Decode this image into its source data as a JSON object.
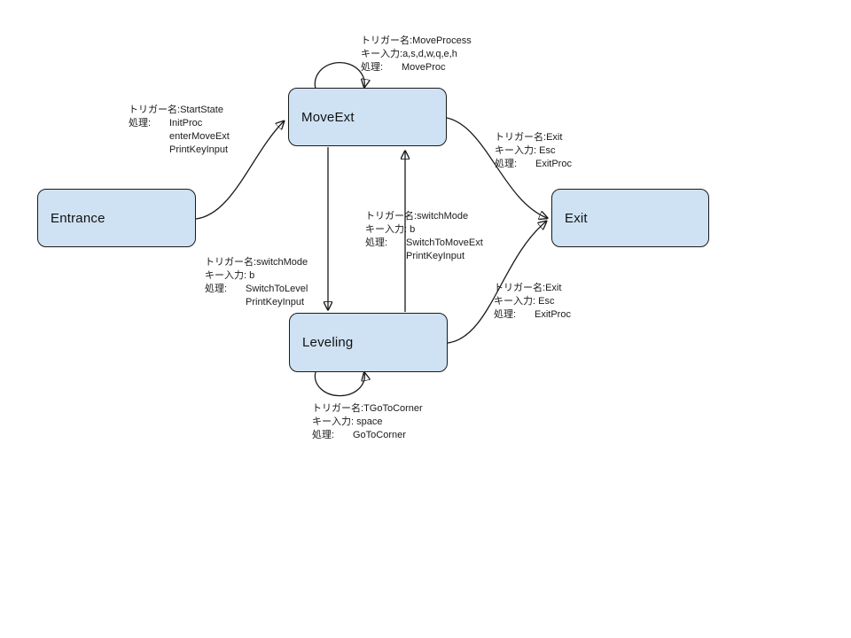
{
  "canvas": {
    "background": "#ffffff",
    "state_fill": "#cfe2f3",
    "state_border": "#1a1a1a",
    "arrow_color": "#1a1a1a"
  },
  "states": {
    "entrance": {
      "label": "Entrance"
    },
    "moveext": {
      "label": "MoveExt"
    },
    "exit": {
      "label": "Exit"
    },
    "leveling": {
      "label": "Leveling"
    }
  },
  "edge_labels": {
    "moveprocess": {
      "edge": "moveext-self-loop",
      "lines": [
        [
          "トリガー名:",
          "MoveProcess"
        ],
        [
          "キー入力:",
          "a,s,d,w,q,e,h"
        ],
        [
          "処理:",
          "MoveProc"
        ]
      ]
    },
    "startstate": {
      "edge": "entrance-to-moveext",
      "lines": [
        [
          "トリガー名:",
          "StartState"
        ],
        [
          "処理:",
          "InitProc"
        ],
        [
          "",
          "enterMoveExt"
        ],
        [
          "",
          "PrintKeyInput"
        ]
      ]
    },
    "exit_top": {
      "edge": "moveext-to-exit",
      "lines": [
        [
          "トリガー名:",
          "Exit"
        ],
        [
          "キー入力:",
          " Esc"
        ],
        [
          "処理:",
          "ExitProc"
        ]
      ]
    },
    "switchmode_center": {
      "edge": "leveling-to-moveext",
      "lines": [
        [
          "トリガー名:",
          "switchMode"
        ],
        [
          "キー入力:",
          " b"
        ],
        [
          "処理:",
          "SwitchToMoveExt"
        ],
        [
          "",
          "PrintKeyInput"
        ]
      ]
    },
    "switchmode_left": {
      "edge": "moveext-to-leveling",
      "lines": [
        [
          "トリガー名:",
          "switchMode"
        ],
        [
          "キー入力:",
          " b"
        ],
        [
          "処理:",
          "SwitchToLevel"
        ],
        [
          "",
          "PrintKeyInput"
        ]
      ]
    },
    "exit_bottom": {
      "edge": "leveling-to-exit",
      "lines": [
        [
          "トリガー名:",
          "Exit"
        ],
        [
          "キー入力:",
          " Esc"
        ],
        [
          "処理:",
          "ExitProc"
        ]
      ]
    },
    "tgotocorner": {
      "edge": "leveling-self-loop",
      "lines": [
        [
          "トリガー名:",
          "TGoToCorner"
        ],
        [
          "キー入力:",
          " space"
        ],
        [
          "処理:",
          "GoToCorner"
        ]
      ]
    }
  }
}
